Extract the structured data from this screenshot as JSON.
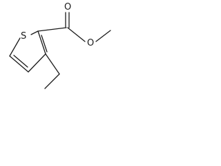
{
  "molecule": {
    "atoms": {
      "ring_sulfur": "S",
      "carbonyl_oxygen": "O",
      "ester_oxygen": "O"
    }
  }
}
